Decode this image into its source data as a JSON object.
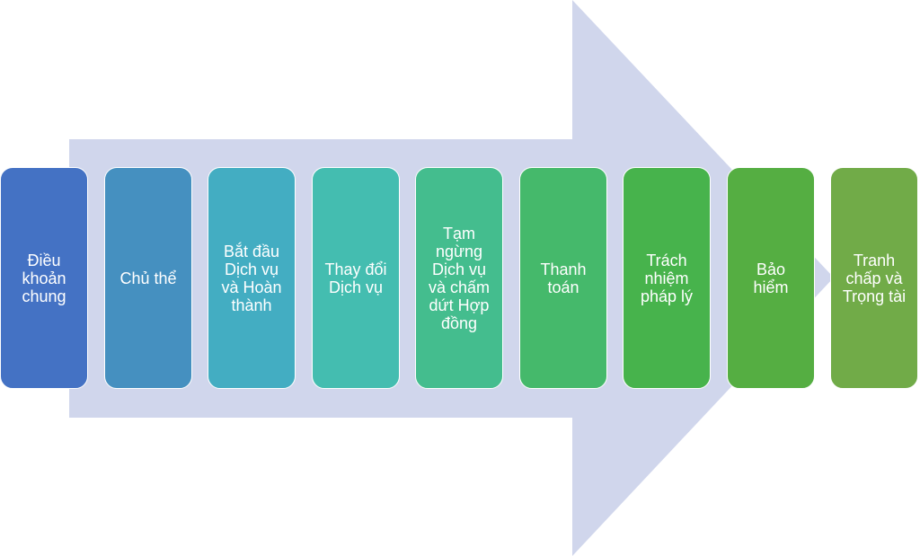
{
  "colors": {
    "arrow": "#d0d6ec",
    "steps": [
      "#4472c4",
      "#4590c0",
      "#43adc2",
      "#44bdb0",
      "#44bd8e",
      "#45b96b",
      "#47b34c",
      "#55ae42",
      "#71ab48"
    ]
  },
  "steps": [
    {
      "label": "Điều\nkhoản\nchung"
    },
    {
      "label": "Chủ thể"
    },
    {
      "label": "Bắt đầu\nDịch vụ\nvà Hoàn\nthành"
    },
    {
      "label": "Thay đổi\nDịch vụ"
    },
    {
      "label": "Tạm\nngừng\nDịch vụ\nvà chấm\ndứt Hợp\nđồng"
    },
    {
      "label": "Thanh\ntoán"
    },
    {
      "label": "Trách\nnhiệm\npháp lý"
    },
    {
      "label": "Bảo\nhiểm"
    },
    {
      "label": "Tranh\nchấp và\nTrọng tài"
    }
  ]
}
